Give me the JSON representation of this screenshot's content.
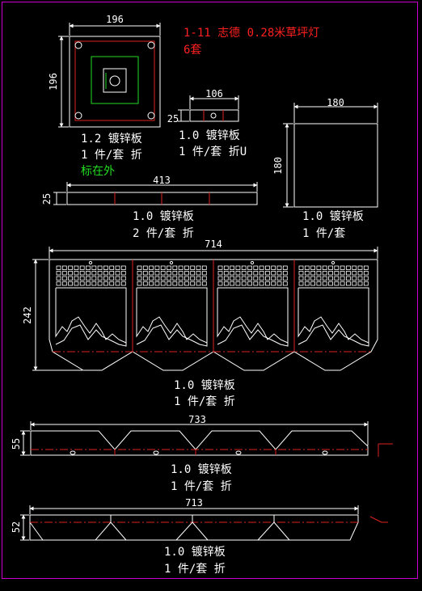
{
  "title": {
    "line1": "1-11 志德 0.28米草坪灯",
    "line2": "6套"
  },
  "note": "标在外",
  "parts": [
    {
      "id": "part1",
      "dims": [
        "196",
        "196"
      ],
      "material": "1.2 镀锌板",
      "qty": "1 件/套 折"
    },
    {
      "id": "part2",
      "dims": [
        "106",
        "25"
      ],
      "material": "1.0 镀锌板",
      "qty": "1 件/套 折U"
    },
    {
      "id": "part3",
      "dims": [
        "180",
        "180"
      ],
      "material": "1.0 镀锌板",
      "qty": "1 件/套"
    },
    {
      "id": "part4",
      "dims": [
        "413",
        "25"
      ],
      "material": "1.0 镀锌板",
      "qty": "2 件/套 折"
    },
    {
      "id": "part5",
      "dims": [
        "714",
        "242"
      ],
      "material": "1.0 镀锌板",
      "qty": "1 件/套 折"
    },
    {
      "id": "part6",
      "dims": [
        "733",
        "55"
      ],
      "material": "1.0 镀锌板",
      "qty": "1 件/套 折"
    },
    {
      "id": "part7",
      "dims": [
        "713",
        "52"
      ],
      "material": "1.0 镀锌板",
      "qty": "1 件/套 折"
    }
  ],
  "colors": {
    "background": "#000000",
    "outline": "#ffffff",
    "frame": "#cc00cc",
    "title": "#ff2020",
    "note": "#22dd22",
    "inner_square": "#22dd22",
    "center_line": "#ff2020",
    "sheet": "#dd2222"
  }
}
